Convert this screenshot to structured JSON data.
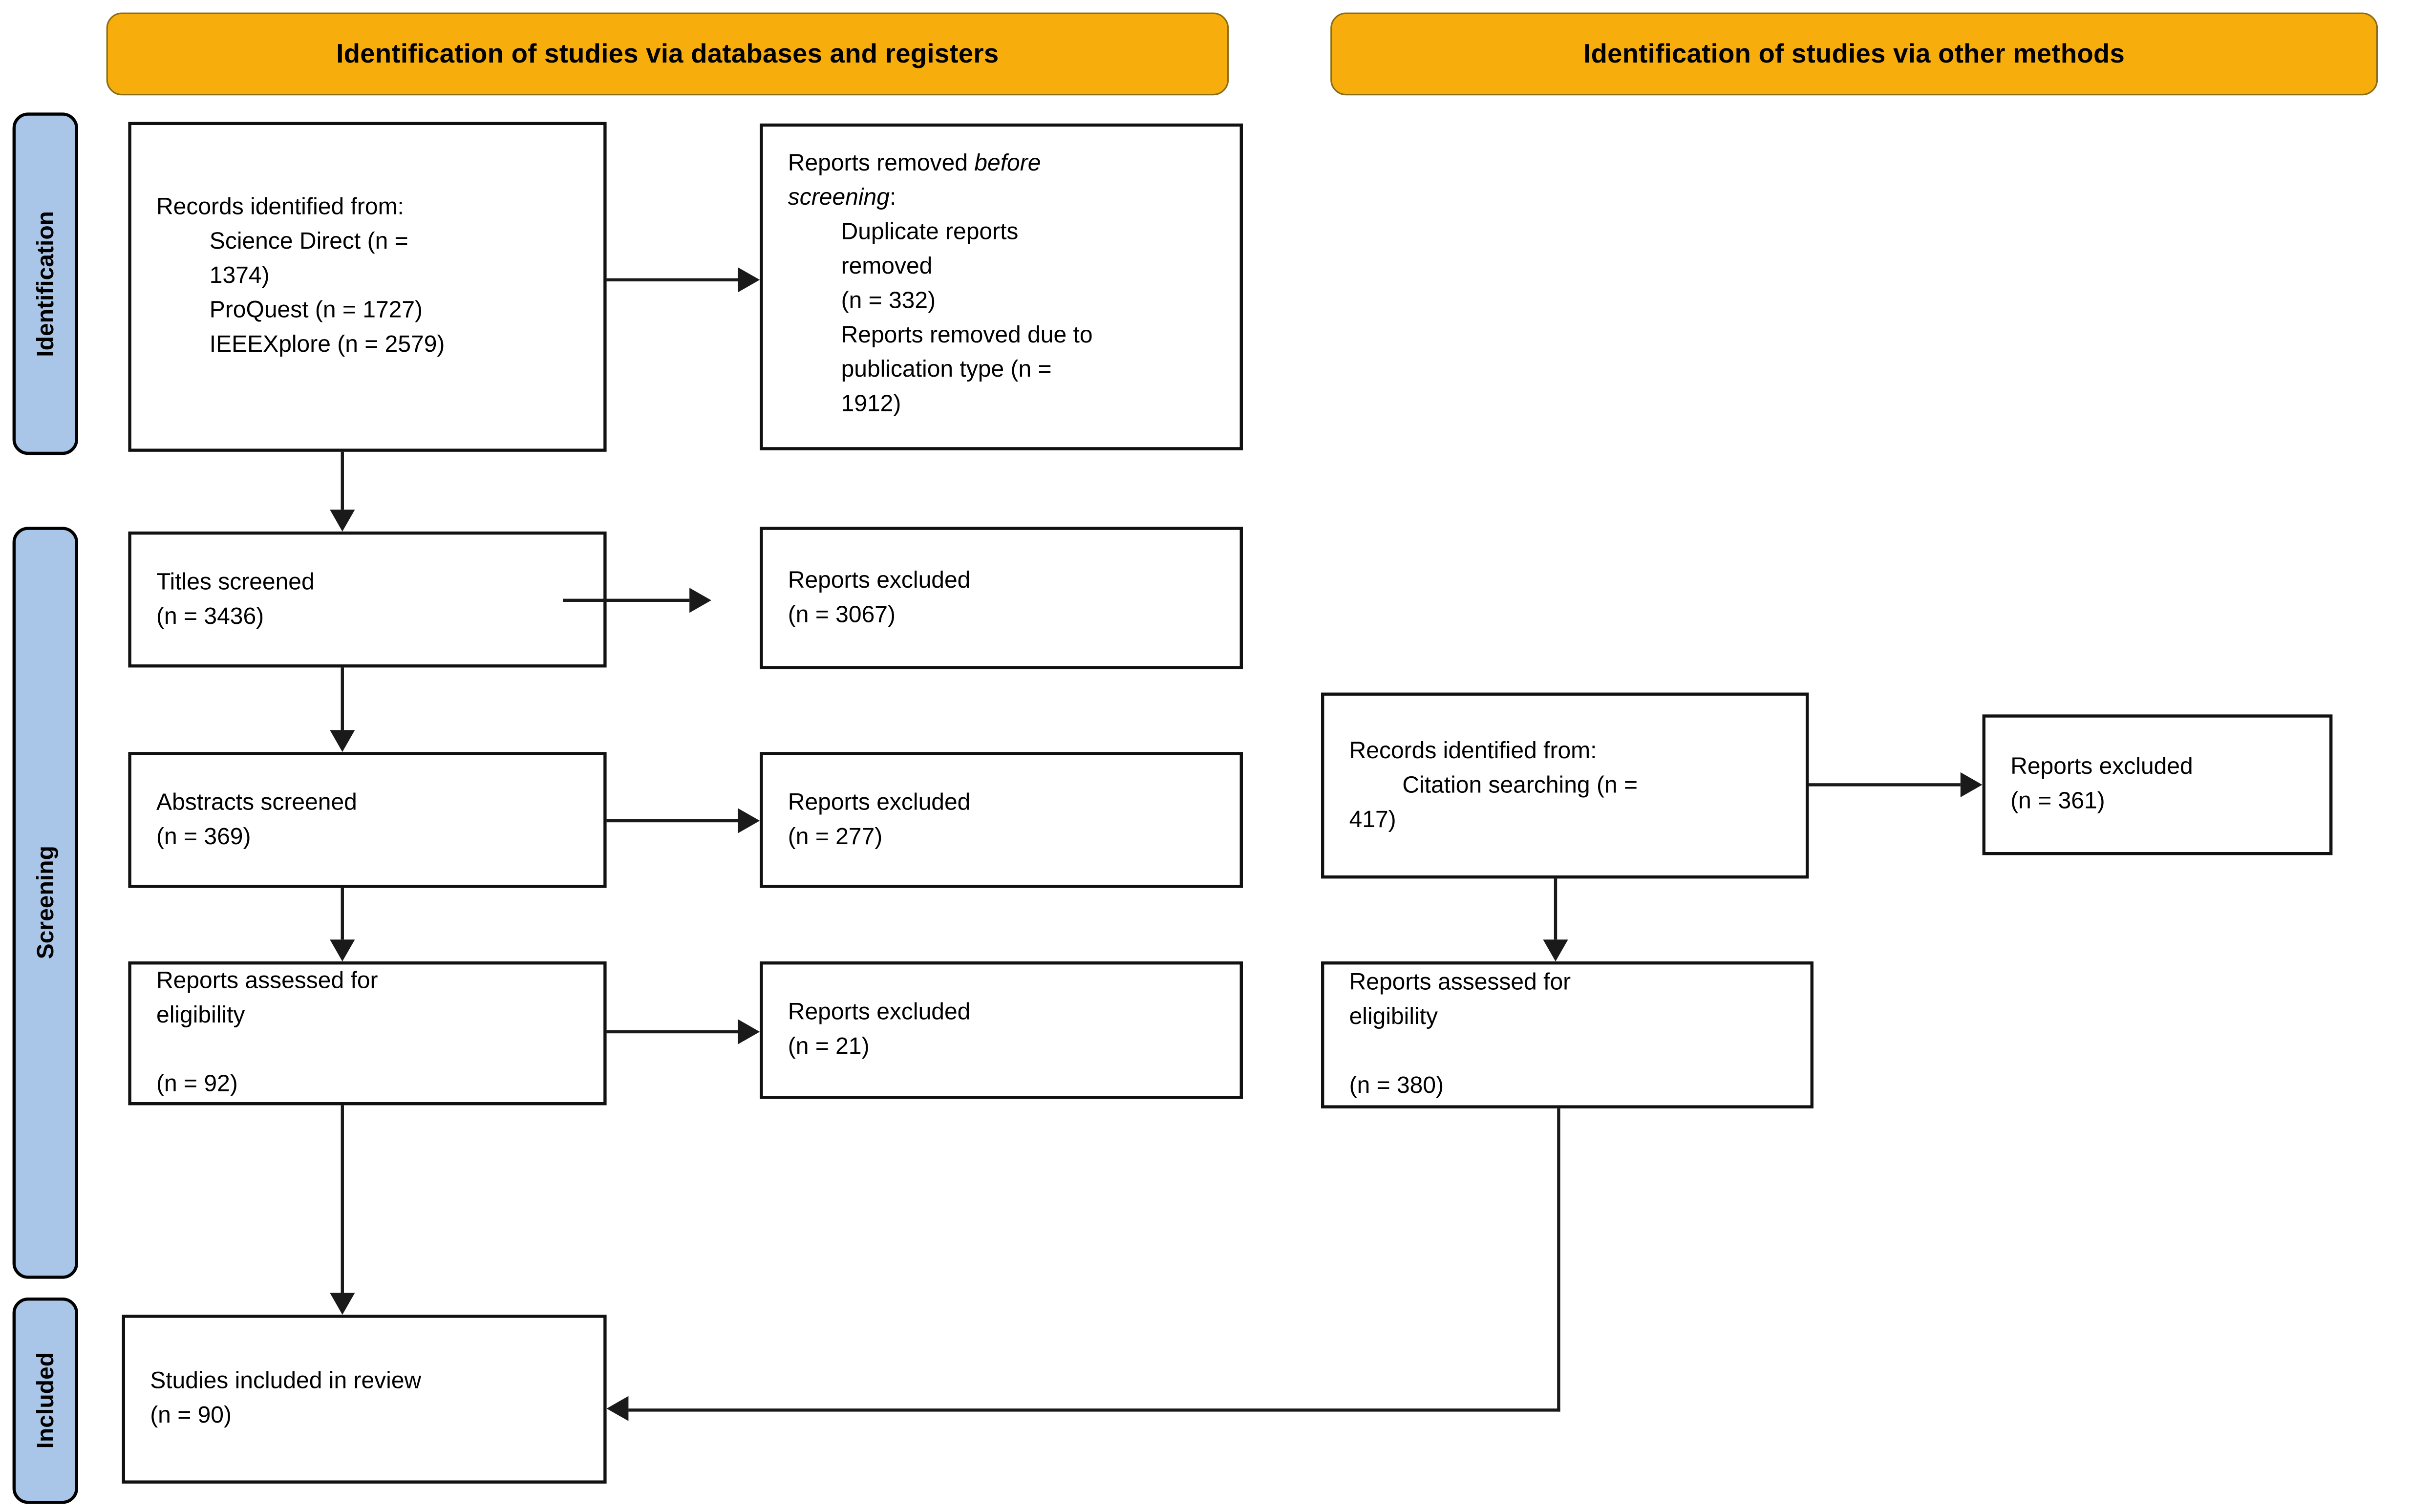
{
  "banners": {
    "left": "Identification of studies via databases and registers",
    "right": "Identification of studies via other methods"
  },
  "sidebar": {
    "identification": "Identification",
    "screening": "Screening",
    "included": "Included"
  },
  "boxes": {
    "records_db": {
      "lines": [
        {
          "t": "Records identified from:",
          "i": 0
        },
        {
          "t": "Science Direct (n =",
          "i": 1
        },
        {
          "t": "1374)",
          "i": 1
        },
        {
          "t": "ProQuest (n = 1727)",
          "i": 1
        },
        {
          "t": "IEEEXplore (n = 2579)",
          "i": 1
        }
      ]
    },
    "removed_before": {
      "title_regular": "Reports removed ",
      "title_italic_1": "before",
      "title_italic_2": "screening",
      "title_suffix": ":",
      "lines": [
        {
          "t": "Duplicate reports",
          "i": 1
        },
        {
          "t": "removed",
          "i": 1
        },
        {
          "t": "(n = 332)",
          "i": 1
        },
        {
          "t": "Reports removed due to",
          "i": 1
        },
        {
          "t": "publication type (n =",
          "i": 1
        },
        {
          "t": "1912)",
          "i": 1
        }
      ]
    },
    "titles_screened": {
      "lines": [
        {
          "t": "Titles screened",
          "i": 0
        },
        {
          "t": "(n = 3436)",
          "i": 0
        }
      ]
    },
    "excluded_titles": {
      "lines": [
        {
          "t": "Reports excluded",
          "i": 0
        },
        {
          "t": "(n = 3067)",
          "i": 0
        }
      ]
    },
    "abstracts_screened": {
      "lines": [
        {
          "t": "Abstracts screened",
          "i": 0
        },
        {
          "t": "(n = 369)",
          "i": 0
        }
      ]
    },
    "excluded_abstracts": {
      "lines": [
        {
          "t": "Reports excluded",
          "i": 0
        },
        {
          "t": "(n = 277)",
          "i": 0
        }
      ]
    },
    "assessed_db": {
      "lines": [
        {
          "t": "Reports assessed for",
          "i": 0
        },
        {
          "t": "eligibility",
          "i": 0
        },
        {
          "t": "",
          "i": 0
        },
        {
          "t": "(n = 92)",
          "i": 0
        }
      ]
    },
    "excluded_eligibility": {
      "lines": [
        {
          "t": "Reports excluded",
          "i": 0
        },
        {
          "t": "(n = 21)",
          "i": 0
        }
      ]
    },
    "records_citation": {
      "lines": [
        {
          "t": "Records identified from:",
          "i": 0
        },
        {
          "t": "Citation searching (n =",
          "i": 1
        },
        {
          "t": "417)",
          "i": 0
        }
      ]
    },
    "excluded_citation": {
      "lines": [
        {
          "t": "Reports excluded",
          "i": 0
        },
        {
          "t": "(n = 361)",
          "i": 0
        }
      ]
    },
    "assessed_citation": {
      "lines": [
        {
          "t": "Reports assessed for",
          "i": 0
        },
        {
          "t": "eligibility",
          "i": 0
        },
        {
          "t": "",
          "i": 0
        },
        {
          "t": "(n = 380)",
          "i": 0
        }
      ]
    },
    "included_review": {
      "lines": [
        {
          "t": "Studies included in review",
          "i": 0
        },
        {
          "t": "(n = 90)",
          "i": 0
        }
      ]
    }
  },
  "colors": {
    "banner_fill": "#F7AE0C",
    "banner_border": "#8A6D1A",
    "sidebar_fill": "#A9C6E8",
    "sidebar_border": "#000000",
    "box_border": "#111111",
    "arrow_color": "#1A1A1A",
    "text_color": "#000000",
    "bg": "#FFFFFF"
  }
}
